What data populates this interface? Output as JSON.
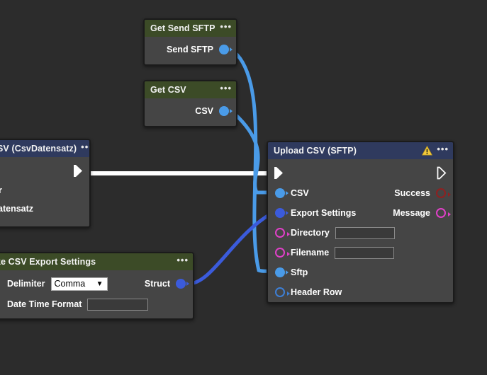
{
  "canvas": {
    "background_color": "#2c2c2c",
    "node_body_color": "#454545",
    "title_green": "#3c4b27",
    "title_blue": "#2f3a5e",
    "exec_wire_color": "#ffffff",
    "data_wire_light_blue": "#4a9be8",
    "data_wire_blue": "#3b5bdb"
  },
  "nodes": {
    "get_send_sftp": {
      "title": "Get Send SFTP",
      "menu": "•••",
      "outputs": [
        {
          "label": "Send SFTP",
          "color": "#4a9be8",
          "style": "filled"
        }
      ]
    },
    "get_csv": {
      "title": "Get CSV",
      "menu": "•••",
      "outputs": [
        {
          "label": "CSV",
          "color": "#4a9be8",
          "style": "filled"
        }
      ]
    },
    "make_csv_datensatz": {
      "title": "SV (CsvDatensatz)",
      "menu": "•••",
      "rows": [
        {
          "label": "r"
        },
        {
          "label": "Datensatz"
        }
      ]
    },
    "make_csv_export_settings": {
      "title": "ke CSV Export Settings",
      "menu": "•••",
      "fields": [
        {
          "label": "Delimiter",
          "type": "select",
          "value": "Comma",
          "chevron": "▼"
        },
        {
          "label": "Date Time Format",
          "type": "text",
          "value": "",
          "placeholder": ""
        }
      ],
      "outputs": [
        {
          "label": "Struct",
          "color": "#3b5bdb",
          "style": "filled"
        }
      ]
    },
    "upload_csv_sftp": {
      "title": "Upload CSV (SFTP)",
      "menu": "•••",
      "warning_icon": "warning-triangle-icon",
      "exec_in": "exec-in-arrow",
      "exec_out": "exec-out-arrow",
      "inputs": [
        {
          "label": "CSV",
          "color": "#4a9be8",
          "style": "filled",
          "field": null
        },
        {
          "label": "Export Settings",
          "color": "#3b5bdb",
          "style": "filled",
          "field": null
        },
        {
          "label": "Directory",
          "color": "#e040c8",
          "style": "hollow",
          "field": {
            "type": "text",
            "value": ""
          }
        },
        {
          "label": "Filename",
          "color": "#e040c8",
          "style": "hollow",
          "field": {
            "type": "text",
            "value": ""
          }
        },
        {
          "label": "Sftp",
          "color": "#4a9be8",
          "style": "filled",
          "field": null
        },
        {
          "label": "Header Row",
          "color": "#3d7fd6",
          "style": "hollow",
          "field": null
        }
      ],
      "outputs": [
        {
          "label": "Success",
          "color": "#8f2020",
          "style": "hollow"
        },
        {
          "label": "Message",
          "color": "#e040c8",
          "style": "hollow"
        }
      ]
    }
  }
}
